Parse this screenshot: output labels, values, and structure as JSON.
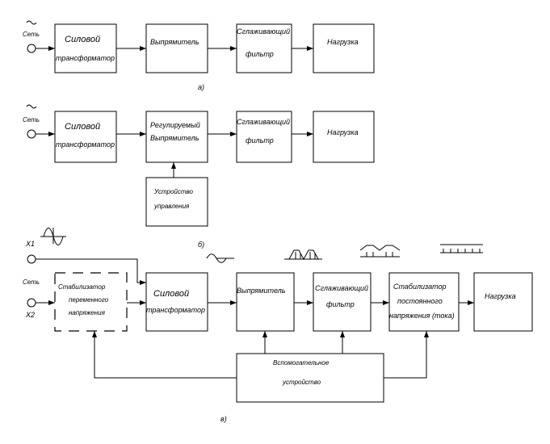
{
  "diagram_a": {
    "source_label": "Сеть",
    "transformer_l1": "Силовой",
    "transformer_l2": "трансформатор",
    "rectifier": "Выпрямитель",
    "filter_l1": "Сглаживающий",
    "filter_l2": "фильтр",
    "load": "Нагрузка",
    "caption": "а)"
  },
  "diagram_b": {
    "source_label": "Сеть",
    "transformer_l1": "Силовой",
    "transformer_l2": "трансформатор",
    "rectifier_l1": "Регулируемый",
    "rectifier_l2": "Выпрямитель",
    "filter_l1": "Сглаживающий",
    "filter_l2": "фильтр",
    "load": "Нагрузка",
    "control_l1": "Устройство",
    "control_l2": "управления",
    "caption": "б)"
  },
  "diagram_c": {
    "x1_label": "X1",
    "source_label": "Сеть",
    "x2_label": "X2",
    "ac_stab_l1": "Стабилизатор",
    "ac_stab_l2": "переменного",
    "ac_stab_l3": "напряжения",
    "transformer_l1": "Силовой",
    "transformer_l2": "трансформатор",
    "rectifier": "Выпрямитель",
    "filter_l1": "Сглаживающий",
    "filter_l2": "фильтр",
    "dc_stab_l1": "Стабилизатор",
    "dc_stab_l2": "постоянного",
    "dc_stab_l3": "напряжения (тока)",
    "load": "Нагрузка",
    "aux_l1": "Вспомогательное",
    "aux_l2": "устройство",
    "caption": "в)"
  }
}
